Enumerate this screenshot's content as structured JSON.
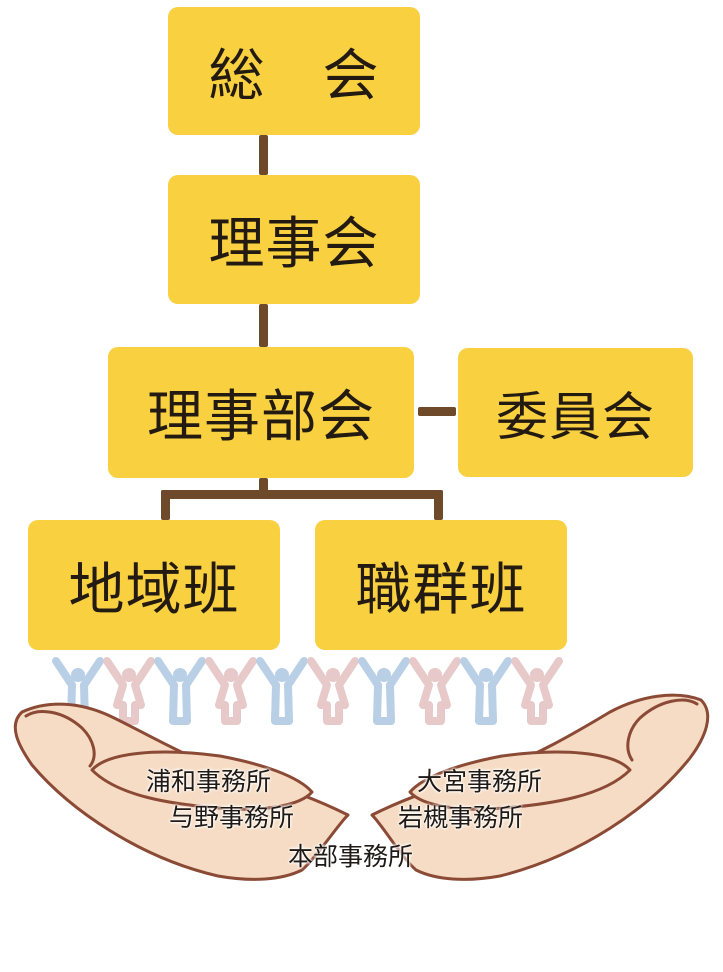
{
  "colors": {
    "box_fill": "#f8d040",
    "connector": "#6e4a2a",
    "person_blue": "#b9cfe6",
    "person_pink": "#e7c9c9",
    "hand_fill": "#f6dcc4",
    "hand_stroke": "#8b4a36"
  },
  "nodes": {
    "general_assembly": "総　会",
    "board_of_directors": "理事会",
    "board_section_meeting": "理事部会",
    "committee": "委員会",
    "regional_group": "地域班",
    "occupational_group": "職群班"
  },
  "people": {
    "colors": [
      "blue",
      "pink",
      "blue",
      "pink",
      "blue",
      "pink",
      "blue",
      "pink",
      "blue",
      "pink"
    ]
  },
  "offices": {
    "urawa": "浦和事務所",
    "yono": "与野事務所",
    "omiya": "大宮事務所",
    "iwatsuki": "岩槻事務所",
    "headquarters": "本部事務所"
  }
}
